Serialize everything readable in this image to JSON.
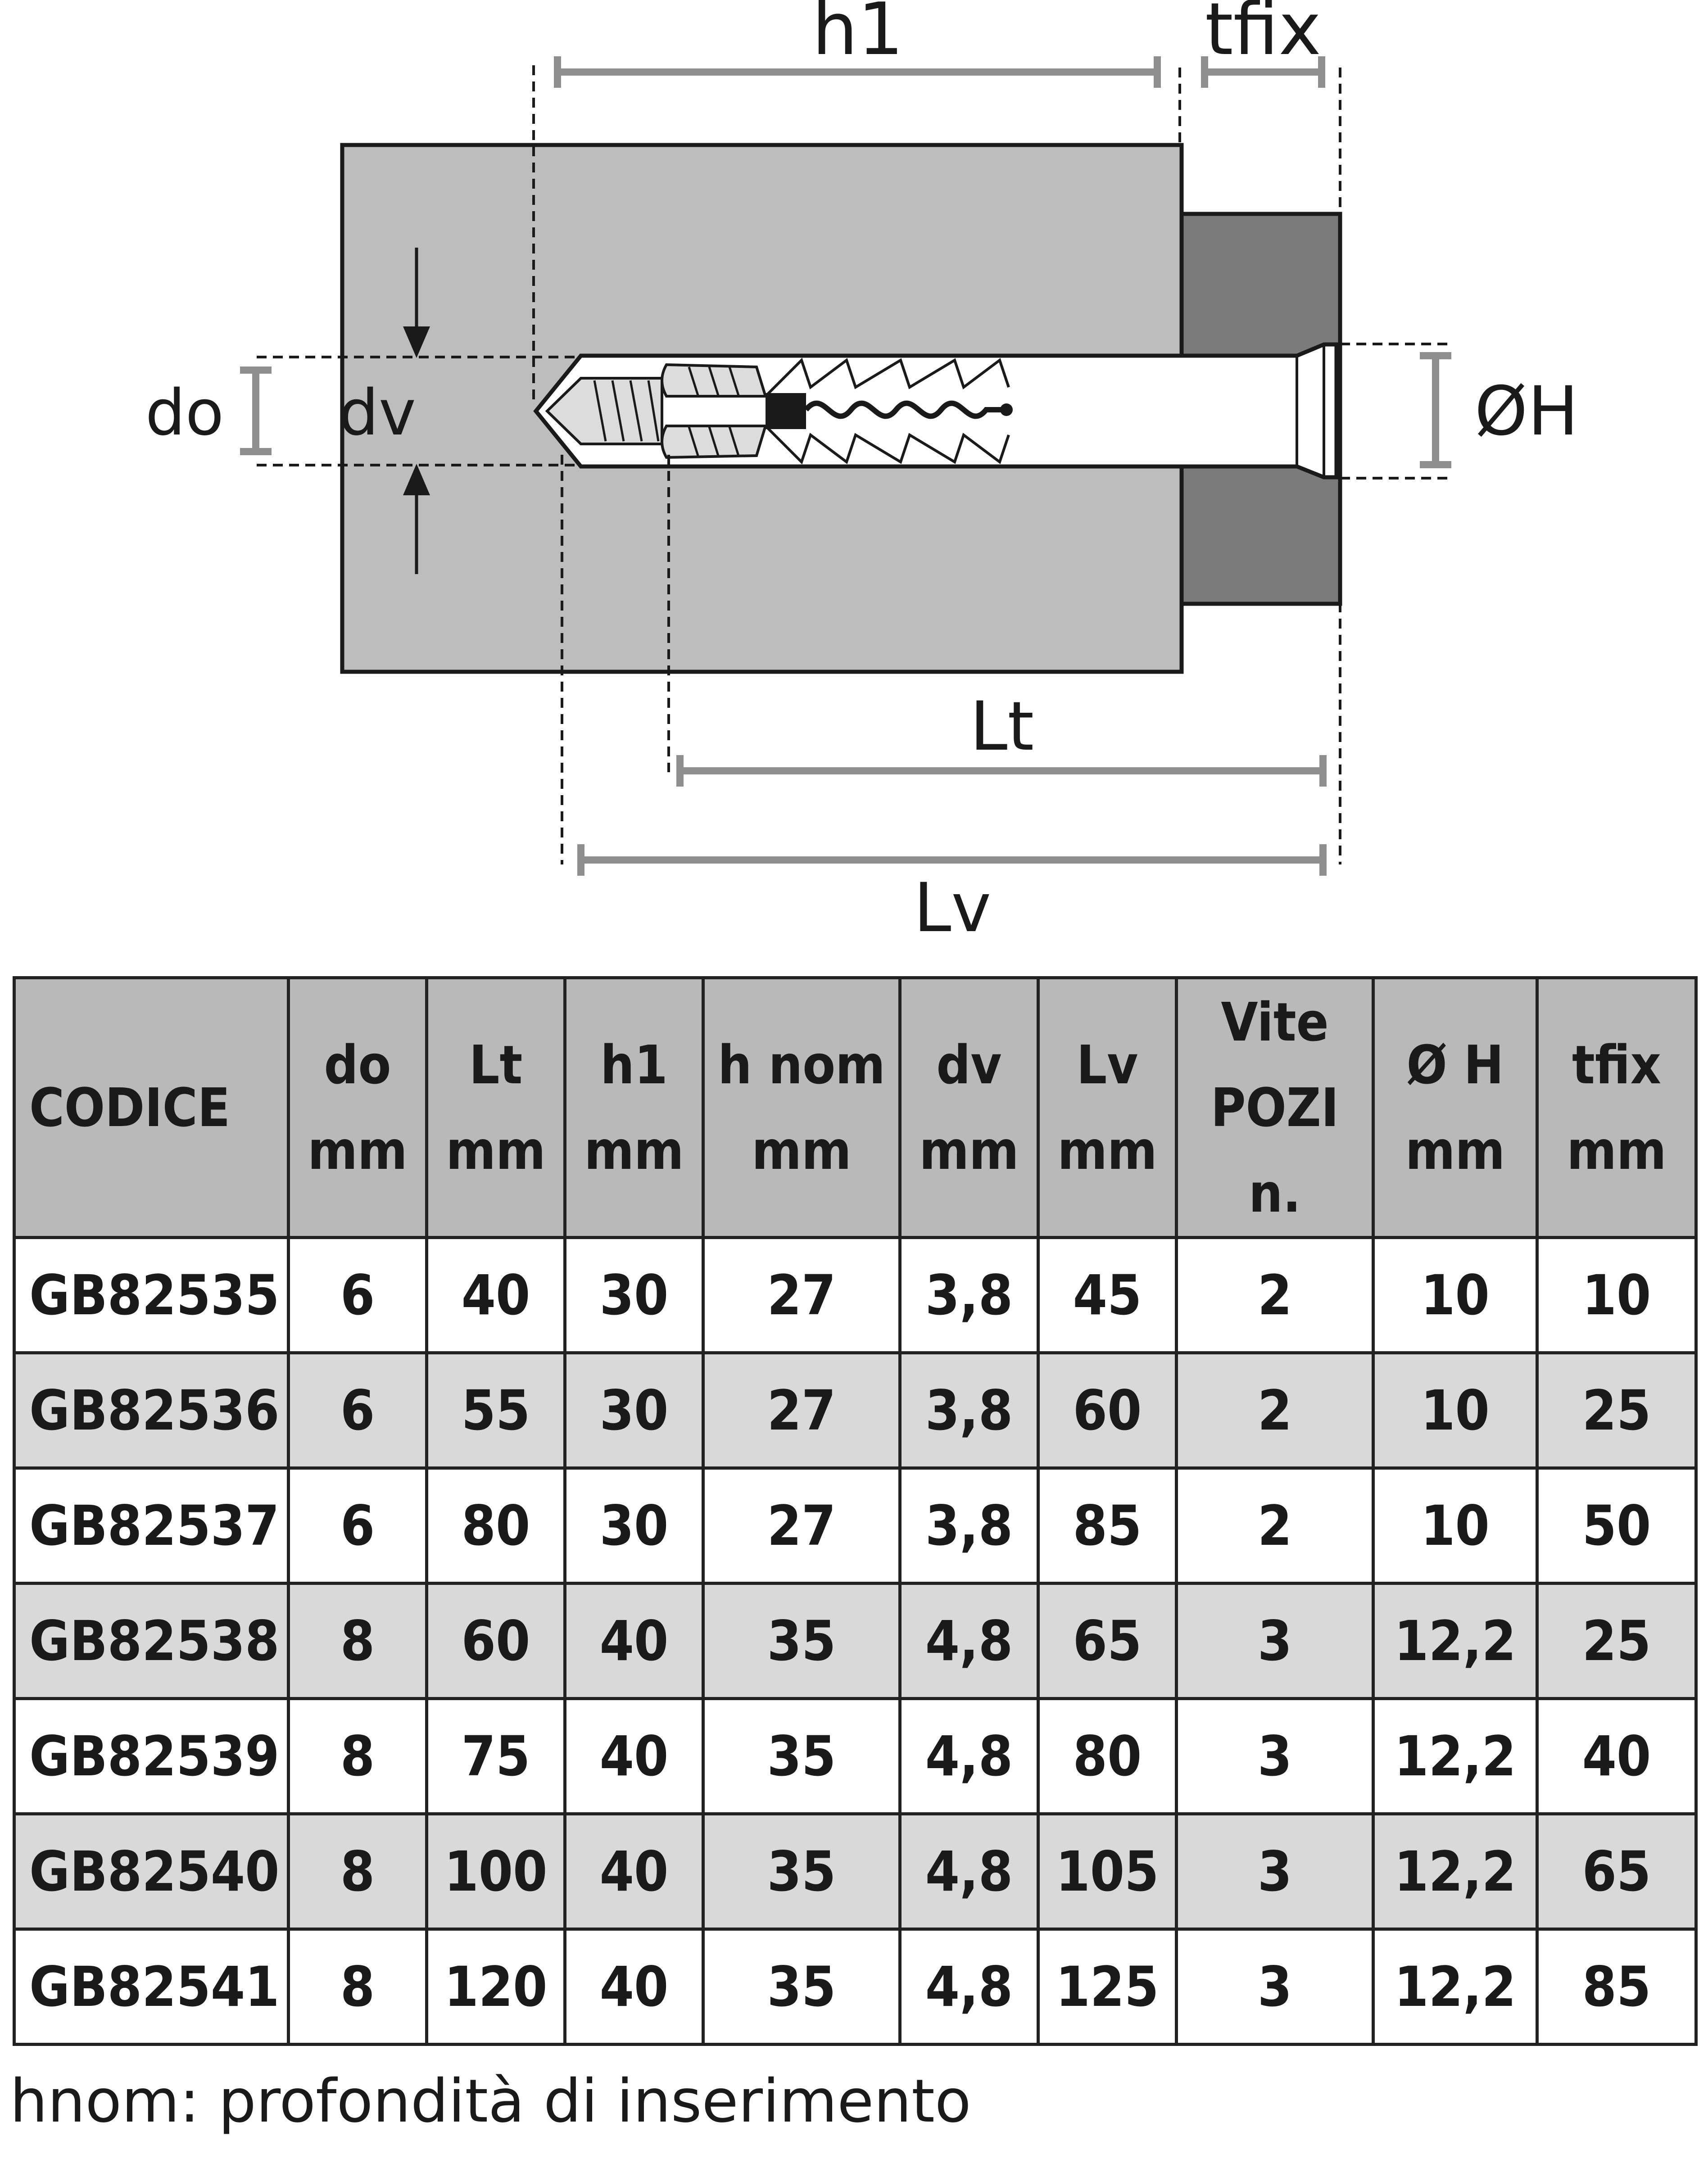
{
  "diagram": {
    "labels": {
      "h1": "h1",
      "tfix": "tfix",
      "do": "do",
      "dv": "dv",
      "oh": "ØH",
      "lt": "Lt",
      "lv": "Lv"
    },
    "colors": {
      "base_material": "#bdbdbd",
      "fixture": "#7b7b7b",
      "outline": "#1a1a1a",
      "dimension_line": "#8e8e8e"
    }
  },
  "table": {
    "headers": [
      {
        "line1": "CODICE",
        "line2": ""
      },
      {
        "line1": "do",
        "line2": "mm"
      },
      {
        "line1": "Lt",
        "line2": "mm"
      },
      {
        "line1": "h1",
        "line2": "mm"
      },
      {
        "line1": "h nom",
        "line2": "mm"
      },
      {
        "line1": "dv",
        "line2": "mm"
      },
      {
        "line1": "Lv",
        "line2": "mm"
      },
      {
        "line1": "Vite",
        "line2": "POZI n."
      },
      {
        "line1": "Ø H",
        "line2": "mm"
      },
      {
        "line1": "tfix",
        "line2": "mm"
      }
    ],
    "rows": [
      [
        "GB82535",
        "6",
        "40",
        "30",
        "27",
        "3,8",
        "45",
        "2",
        "10",
        "10"
      ],
      [
        "GB82536",
        "6",
        "55",
        "30",
        "27",
        "3,8",
        "60",
        "2",
        "10",
        "25"
      ],
      [
        "GB82537",
        "6",
        "80",
        "30",
        "27",
        "3,8",
        "85",
        "2",
        "10",
        "50"
      ],
      [
        "GB82538",
        "8",
        "60",
        "40",
        "35",
        "4,8",
        "65",
        "3",
        "12,2",
        "25"
      ],
      [
        "GB82539",
        "8",
        "75",
        "40",
        "35",
        "4,8",
        "80",
        "3",
        "12,2",
        "40"
      ],
      [
        "GB82540",
        "8",
        "100",
        "40",
        "35",
        "4,8",
        "105",
        "3",
        "12,2",
        "65"
      ],
      [
        "GB82541",
        "8",
        "120",
        "40",
        "35",
        "4,8",
        "125",
        "3",
        "12,2",
        "85"
      ]
    ],
    "header_bg": "#b9b9b9",
    "stripe_bg": "#d9d9d9"
  },
  "footnote": "hnom: profondità di inserimento"
}
